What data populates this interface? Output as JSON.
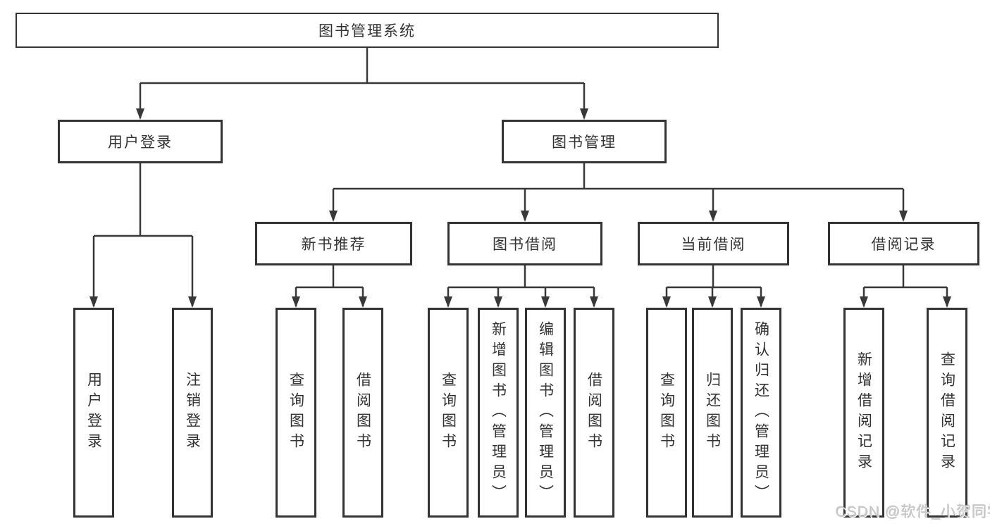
{
  "diagram": {
    "title": "图书管理系统",
    "root": {
      "label": "图书管理系统"
    },
    "level2": [
      {
        "id": "user-login",
        "label": "用户登录"
      },
      {
        "id": "book-management",
        "label": "图书管理"
      }
    ],
    "level3": [
      {
        "id": "new-book-recommend",
        "label": "新书推荐"
      },
      {
        "id": "book-borrowing",
        "label": "图书借阅"
      },
      {
        "id": "current-borrowing",
        "label": "当前借阅"
      },
      {
        "id": "borrowing-records",
        "label": "借阅记录"
      }
    ],
    "leaves": {
      "user_login": [
        {
          "label": "用户登录"
        },
        {
          "label": "注销登录"
        }
      ],
      "new_book": [
        {
          "label": "查询图书"
        },
        {
          "label": "借阅图书"
        }
      ],
      "book_borrow": [
        {
          "label": "查询图书"
        },
        {
          "label": "新增图书（管理员）"
        },
        {
          "label": "编辑图书（管理员）"
        },
        {
          "label": "借阅图书"
        }
      ],
      "current_borrow": [
        {
          "label": "查询图书"
        },
        {
          "label": "归还图书"
        },
        {
          "label": "确认归还（管理员）"
        }
      ],
      "borrow_records": [
        {
          "label": "新增借阅记录"
        },
        {
          "label": "查询借阅记录"
        }
      ]
    },
    "colors": {
      "line": "#383838",
      "box_border": "#333333",
      "text": "#333333",
      "background": "#ffffff",
      "watermark": "#c7c7c7"
    }
  },
  "watermark": {
    "text": "CSDN @软件_小贺同学"
  }
}
